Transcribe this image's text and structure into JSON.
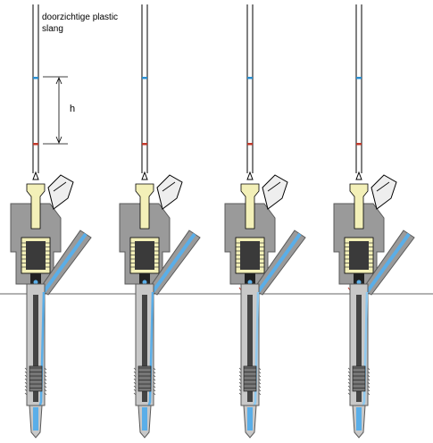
{
  "labels": {
    "hose_line1": "doorzichtige plastic",
    "hose_line2": "slang",
    "height": "h"
  },
  "colors": {
    "body": "#9a9a9a",
    "body_dark": "#5a5a5a",
    "nozzle_light": "#c8c8c8",
    "yellow": "#f3f0b8",
    "fuel": "#5aaee8",
    "fuel_dark": "#2d6fb0",
    "mark_top": "#2b8fd0",
    "mark_bottom": "#c0392b",
    "line": "#000000"
  },
  "injectors": [
    {
      "id": 1,
      "valve": "closed",
      "return_flow": "full"
    },
    {
      "id": 2,
      "valve": "closed",
      "return_flow": "full"
    },
    {
      "id": 3,
      "valve": "open",
      "return_flow": "partial"
    },
    {
      "id": 4,
      "valve": "open",
      "return_flow": "partial"
    }
  ]
}
